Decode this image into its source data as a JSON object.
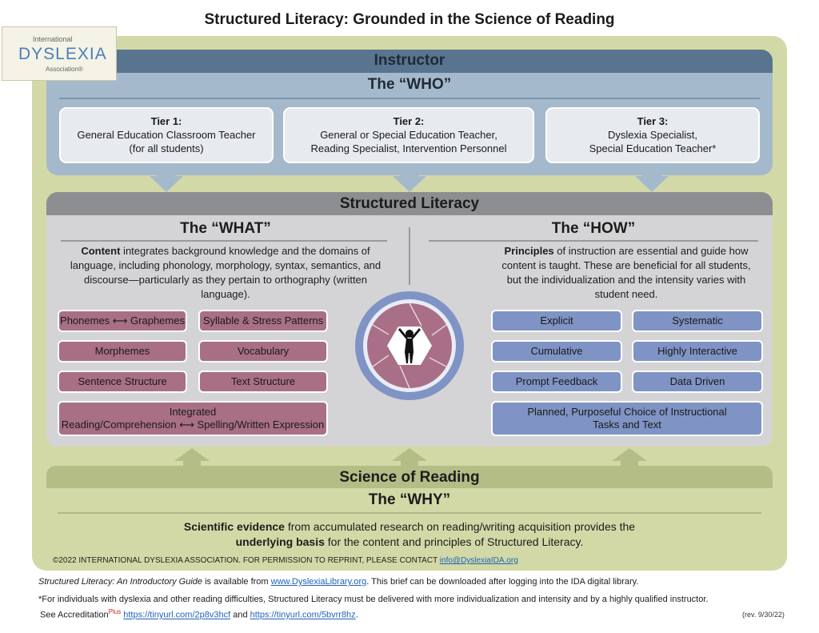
{
  "page_title": "Structured Literacy: Grounded in the Science of Reading",
  "logo": {
    "line1": "International",
    "line2": "DYSLEXIA",
    "line3": "Association®"
  },
  "who": {
    "header": "Instructor",
    "subheader": "The “WHO”",
    "tiers": [
      {
        "name": "Tier 1:",
        "line1": "General Education Classroom Teacher",
        "line2": "(for all students)"
      },
      {
        "name": "Tier 2:",
        "line1": "General or Special Education Teacher,",
        "line2": "Reading Specialist, Intervention Personnel"
      },
      {
        "name": "Tier 3:",
        "line1": "Dyslexia Specialist,",
        "line2": "Special Education Teacher*"
      }
    ]
  },
  "sl": {
    "header": "Structured Literacy",
    "what": {
      "title": "The “WHAT”",
      "lead": "Content",
      "text": " integrates background knowledge and the domains of language, including phonology, morphology, syntax, semantics, and discourse—particularly as they pertain to orthography (written language).",
      "items": [
        "Phonemes ⟷ Graphemes",
        "Syllable & Stress Patterns",
        "Morphemes",
        "Vocabulary",
        "Sentence Structure",
        "Text Structure"
      ],
      "wide_line1": "Integrated",
      "wide_line2": "Reading/Comprehension ⟷ Spelling/Written Expression"
    },
    "how": {
      "title": "The “HOW”",
      "lead": "Principles",
      "text": " of instruction are essential and guide how content is taught. These are beneficial for all students, but the individualization and the intensity varies with student need.",
      "items": [
        "Explicit",
        "Systematic",
        "Cumulative",
        "Highly Interactive",
        "Prompt Feedback",
        "Data Driven"
      ],
      "wide_line1": "Planned, Purposeful Choice of Instructional",
      "wide_line2": "Tasks and Text"
    }
  },
  "why": {
    "header": "Science of Reading",
    "subheader": "The “WHY”",
    "bold1": "Scientific evidence",
    "text1": "  from accumulated research on reading/writing acquisition provides the",
    "bold2": "underlying basis",
    "text2": " for the content and principles of Structured Literacy."
  },
  "footer": {
    "copyright": "©2022 INTERNATIONAL DYSLEXIA ASSOCIATION. FOR PERMISSION TO REPRINT, PLEASE CONTACT ",
    "copyright_email": "info@DyslexiaIDA.org",
    "guide_title": "Structured Literacy: An Introductory Guide",
    "guide_mid": " is available from ",
    "guide_link": "www.DyslexiaLibrary.org",
    "guide_end": ". This brief can be downloaded after logging into the IDA digital library.",
    "note": "*For individuals with dyslexia and other reading difficulties, Structured Literacy must be delivered with more individualization and intensity and by a highly qualified instructor.",
    "see": "See Accreditation",
    "plus": "Plus",
    "link1": "https://tinyurl.com/2p8v3hcf",
    "and": " and ",
    "link2": "https://tinyurl.com/5bvrr8hz",
    "period": ".",
    "rev": "(rev. 9/30/22)"
  },
  "colors": {
    "frame": "#d3d9a6",
    "who_panel": "#a5b9cc",
    "who_bar": "#58748f",
    "sl_panel": "#d4d4d6",
    "what_pill": "#a86f86",
    "how_pill": "#7f93c4",
    "science_bar": "#b4bd85",
    "link": "#1f63b8"
  },
  "icons": [
    "reader-aperture-icon"
  ]
}
